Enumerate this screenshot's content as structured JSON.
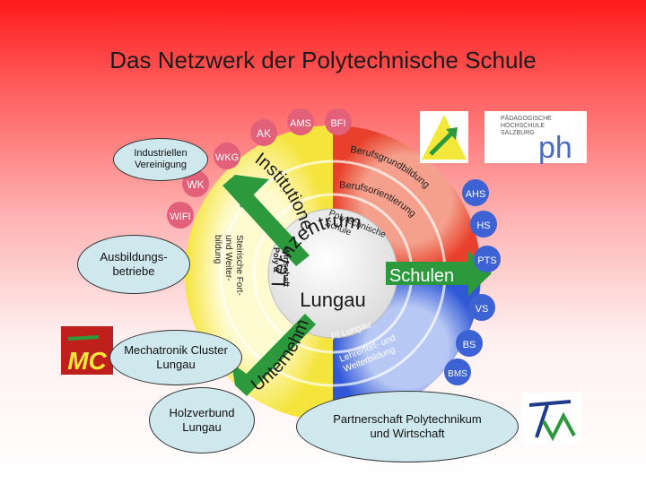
{
  "title": "Das Netzwerk der Polytechnische Schule",
  "ovals": {
    "industriellen": "Industriellen Vereinigung",
    "ausbildungs_line1": "Ausbildungs-",
    "ausbildungs_line2": "betriebe",
    "mechatronik_line1": "Mechatronik Cluster",
    "mechatronik_line2": "Lungau",
    "holzverbund_line1": "Holzverbund",
    "holzverbund_line2": "Lungau",
    "partnerschaft_line1": "Partnerschaft Polytechnikum",
    "partnerschaft_line2": "und Wirtschaft"
  },
  "wheel": {
    "center_line1": "Lernzentrum",
    "center_line2": "Lungau",
    "institutionen": "Institutionen",
    "unternehmen": "Unternehmen",
    "schulen": "Schulen",
    "berufsgrundbildung": "Berufsgrundbildung",
    "berufsorientierung": "Berufsorientierung",
    "polytechnische_schule_line1": "Polytechnische",
    "polytechnische_schule_line2": "Schule",
    "poly_wirtschaft_line1": "Poly &",
    "poly_wirtschaft_line2": "Wirtschaft",
    "steirische_line1": "Steirische Fort-",
    "steirische_line2": "und Weiter-",
    "steirische_line3": "bildung",
    "pi_lungau": "PI Lungau",
    "lehrerfort_line1": "Lehrerfort- und",
    "lehrerfort_line2": "Weiterbildung"
  },
  "nodes": {
    "ak": "AK",
    "ams": "AMS",
    "bfi": "BFI",
    "wkg": "WKG",
    "wk": "WK",
    "wifi": "WIFI",
    "ahs": "AHS",
    "hs": "HS",
    "pts": "PTS",
    "vs": "VS",
    "bs": "BS",
    "bms": "BMS"
  },
  "logos": {
    "ph_line1": "PÄDAGOGISCHE",
    "ph_line2": "HOCHSCHULE",
    "ph_line3": "SALZBURG",
    "ph_mark": "ph",
    "mc_mark": "MC"
  },
  "colors": {
    "red_ring": "#e8402a",
    "yellow_ring": "#f4e43c",
    "blue_ring": "#2f57d6",
    "green_arrow": "#2c9a3c",
    "node_fill": "#e2607a",
    "node_blue": "#3c62d4",
    "oval_fill": "#cfe8ee"
  }
}
